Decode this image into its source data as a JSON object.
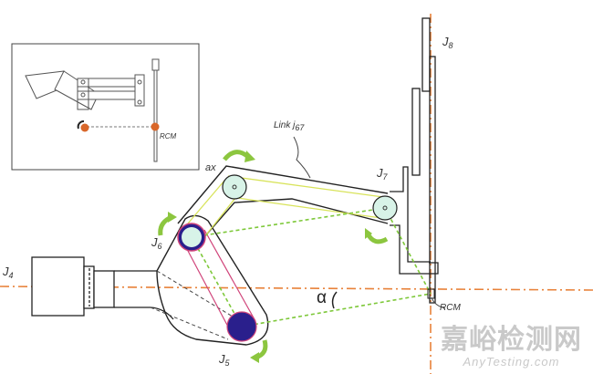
{
  "labels": {
    "j4": {
      "main": "J",
      "sub": "4"
    },
    "j5": {
      "main": "J",
      "sub": "5"
    },
    "j6": {
      "main": "J",
      "sub": "6"
    },
    "j7": {
      "main": "J",
      "sub": "7"
    },
    "j8": {
      "main": "J",
      "sub": "8"
    },
    "ax": "ax",
    "link": {
      "main": "Link j",
      "sub": "67"
    },
    "alpha": "α",
    "rcm": "RCM",
    "inset_rcm": "RCM"
  },
  "watermark": {
    "cn": "嘉峪检测网",
    "en": "AnyTesting.com"
  },
  "colors": {
    "axis": "#e8823a",
    "outline": "#222222",
    "pulley": "#d8f3e8",
    "pulley_j5": "#2a1f8c",
    "belt_yellow": "#d8e35a",
    "belt_pink": "#d0447a",
    "dashed_green": "#7ec83a",
    "arrow_green": "#8cc63f",
    "inset_dot": "#d9672a"
  }
}
